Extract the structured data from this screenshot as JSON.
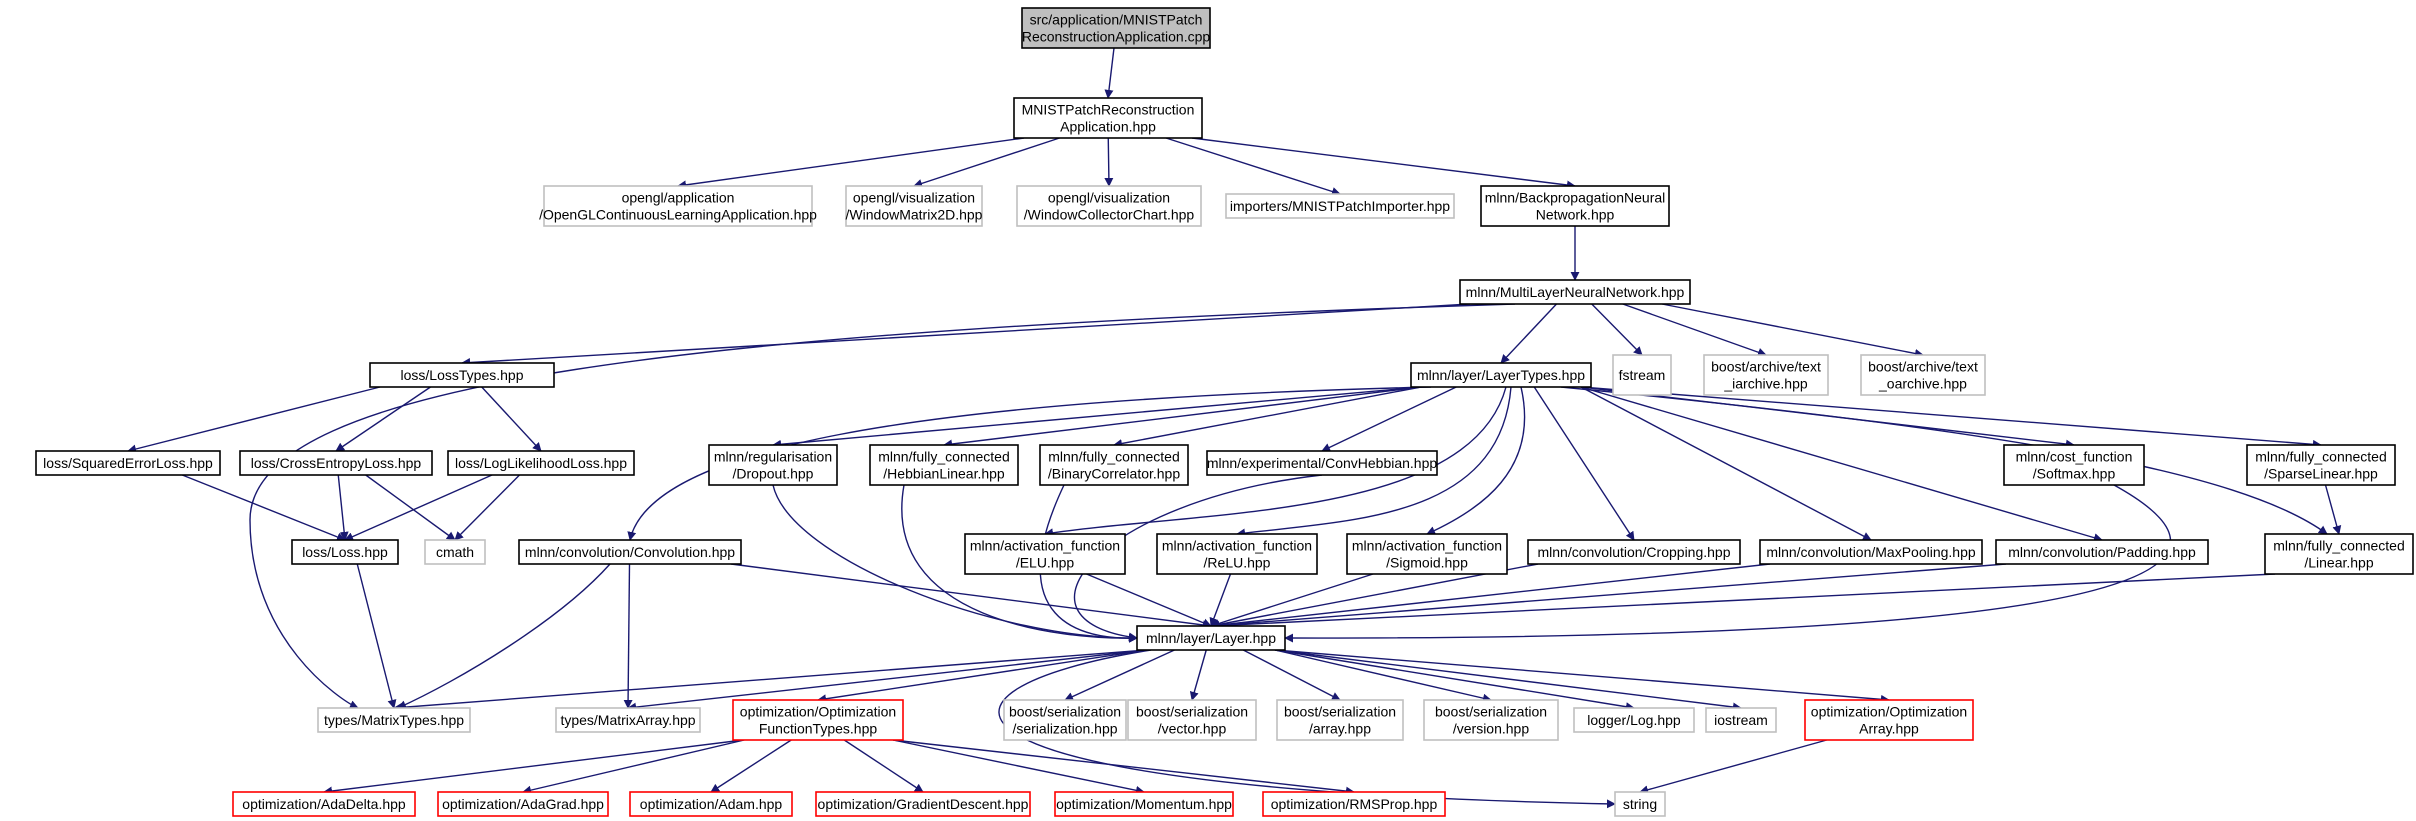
{
  "colors": {
    "edge": "#191970",
    "node_default": "#000000",
    "node_external": "#bfbfbf",
    "node_truncated": "#ff0000",
    "node_root_fill": "#bfbfbf",
    "text": "#000000"
  },
  "nodes": [
    {
      "id": "root",
      "lines": [
        "src/application/MNISTPatch",
        "ReconstructionApplication.cpp"
      ],
      "style": "root"
    },
    {
      "id": "mnist_app",
      "lines": [
        "MNISTPatchReconstruction",
        "Application.hpp"
      ],
      "style": "default"
    },
    {
      "id": "gl_app",
      "lines": [
        "opengl/application",
        "/OpenGLContinuousLearningApplication.hpp"
      ],
      "style": "external"
    },
    {
      "id": "wm2d",
      "lines": [
        "opengl/visualization",
        "/WindowMatrix2D.hpp"
      ],
      "style": "external"
    },
    {
      "id": "wcc",
      "lines": [
        "opengl/visualization",
        "/WindowCollectorChart.hpp"
      ],
      "style": "external"
    },
    {
      "id": "importer",
      "lines": [
        "importers/MNISTPatchImporter.hpp"
      ],
      "style": "external"
    },
    {
      "id": "bpnn",
      "lines": [
        "mlnn/BackpropagationNeural",
        "Network.hpp"
      ],
      "style": "default"
    },
    {
      "id": "mlnn",
      "lines": [
        "mlnn/MultiLayerNeuralNetwork.hpp"
      ],
      "style": "default"
    },
    {
      "id": "losstypes",
      "lines": [
        "loss/LossTypes.hpp"
      ],
      "style": "default"
    },
    {
      "id": "layertypes",
      "lines": [
        "mlnn/layer/LayerTypes.hpp"
      ],
      "style": "default"
    },
    {
      "id": "fstream",
      "lines": [
        "fstream"
      ],
      "style": "external"
    },
    {
      "id": "tiarchive",
      "lines": [
        "boost/archive/text",
        "_iarchive.hpp"
      ],
      "style": "external"
    },
    {
      "id": "toarchive",
      "lines": [
        "boost/archive/text",
        "_oarchive.hpp"
      ],
      "style": "external"
    },
    {
      "id": "sqerr",
      "lines": [
        "loss/SquaredErrorLoss.hpp"
      ],
      "style": "default"
    },
    {
      "id": "crossent",
      "lines": [
        "loss/CrossEntropyLoss.hpp"
      ],
      "style": "default"
    },
    {
      "id": "loglik",
      "lines": [
        "loss/LogLikelihoodLoss.hpp"
      ],
      "style": "default"
    },
    {
      "id": "dropout",
      "lines": [
        "mlnn/regularisation",
        "/Dropout.hpp"
      ],
      "style": "default"
    },
    {
      "id": "hebbian",
      "lines": [
        "mlnn/fully_connected",
        "/HebbianLinear.hpp"
      ],
      "style": "default"
    },
    {
      "id": "bincorr",
      "lines": [
        "mlnn/fully_connected",
        "/BinaryCorrelator.hpp"
      ],
      "style": "default"
    },
    {
      "id": "convheb",
      "lines": [
        "mlnn/experimental/ConvHebbian.hpp"
      ],
      "style": "default"
    },
    {
      "id": "softmax",
      "lines": [
        "mlnn/cost_function",
        "/Softmax.hpp"
      ],
      "style": "default"
    },
    {
      "id": "sparselin",
      "lines": [
        "mlnn/fully_connected",
        "/SparseLinear.hpp"
      ],
      "style": "default"
    },
    {
      "id": "loss",
      "lines": [
        "loss/Loss.hpp"
      ],
      "style": "default"
    },
    {
      "id": "cmath",
      "lines": [
        "cmath"
      ],
      "style": "external"
    },
    {
      "id": "conv",
      "lines": [
        "mlnn/convolution/Convolution.hpp"
      ],
      "style": "default"
    },
    {
      "id": "elu",
      "lines": [
        "mlnn/activation_function",
        "/ELU.hpp"
      ],
      "style": "default"
    },
    {
      "id": "relu",
      "lines": [
        "mlnn/activation_function",
        "/ReLU.hpp"
      ],
      "style": "default"
    },
    {
      "id": "sigmoid",
      "lines": [
        "mlnn/activation_function",
        "/Sigmoid.hpp"
      ],
      "style": "default"
    },
    {
      "id": "cropping",
      "lines": [
        "mlnn/convolution/Cropping.hpp"
      ],
      "style": "default"
    },
    {
      "id": "maxpool",
      "lines": [
        "mlnn/convolution/MaxPooling.hpp"
      ],
      "style": "default"
    },
    {
      "id": "padding",
      "lines": [
        "mlnn/convolution/Padding.hpp"
      ],
      "style": "default"
    },
    {
      "id": "linear",
      "lines": [
        "mlnn/fully_connected",
        "/Linear.hpp"
      ],
      "style": "default"
    },
    {
      "id": "layer",
      "lines": [
        "mlnn/layer/Layer.hpp"
      ],
      "style": "default"
    },
    {
      "id": "mtypes",
      "lines": [
        "types/MatrixTypes.hpp"
      ],
      "style": "external"
    },
    {
      "id": "marray",
      "lines": [
        "types/MatrixArray.hpp"
      ],
      "style": "external"
    },
    {
      "id": "optfn",
      "lines": [
        "optimization/Optimization",
        "FunctionTypes.hpp"
      ],
      "style": "truncated"
    },
    {
      "id": "bser",
      "lines": [
        "boost/serialization",
        "/serialization.hpp"
      ],
      "style": "external"
    },
    {
      "id": "bvec",
      "lines": [
        "boost/serialization",
        "/vector.hpp"
      ],
      "style": "external"
    },
    {
      "id": "barr",
      "lines": [
        "boost/serialization",
        "/array.hpp"
      ],
      "style": "external"
    },
    {
      "id": "bver",
      "lines": [
        "boost/serialization",
        "/version.hpp"
      ],
      "style": "external"
    },
    {
      "id": "log",
      "lines": [
        "logger/Log.hpp"
      ],
      "style": "external"
    },
    {
      "id": "iostream",
      "lines": [
        "iostream"
      ],
      "style": "external"
    },
    {
      "id": "optarr",
      "lines": [
        "optimization/Optimization",
        "Array.hpp"
      ],
      "style": "truncated"
    },
    {
      "id": "adadelta",
      "lines": [
        "optimization/AdaDelta.hpp"
      ],
      "style": "truncated"
    },
    {
      "id": "adagrad",
      "lines": [
        "optimization/AdaGrad.hpp"
      ],
      "style": "truncated"
    },
    {
      "id": "adam",
      "lines": [
        "optimization/Adam.hpp"
      ],
      "style": "truncated"
    },
    {
      "id": "graddesc",
      "lines": [
        "optimization/GradientDescent.hpp"
      ],
      "style": "truncated"
    },
    {
      "id": "momentum",
      "lines": [
        "optimization/Momentum.hpp"
      ],
      "style": "truncated"
    },
    {
      "id": "rmsprop",
      "lines": [
        "optimization/RMSProp.hpp"
      ],
      "style": "truncated"
    },
    {
      "id": "string",
      "lines": [
        "string"
      ],
      "style": "external"
    }
  ],
  "edges": [
    [
      "root",
      "mnist_app"
    ],
    [
      "mnist_app",
      "gl_app"
    ],
    [
      "mnist_app",
      "wm2d"
    ],
    [
      "mnist_app",
      "wcc"
    ],
    [
      "mnist_app",
      "importer"
    ],
    [
      "mnist_app",
      "bpnn"
    ],
    [
      "bpnn",
      "mlnn"
    ],
    [
      "mlnn",
      "losstypes"
    ],
    [
      "mlnn",
      "layertypes"
    ],
    [
      "mlnn",
      "fstream"
    ],
    [
      "mlnn",
      "tiarchive"
    ],
    [
      "mlnn",
      "toarchive"
    ],
    [
      "mlnn",
      "mtypes"
    ],
    [
      "losstypes",
      "sqerr"
    ],
    [
      "losstypes",
      "crossent"
    ],
    [
      "losstypes",
      "loglik"
    ],
    [
      "sqerr",
      "loss"
    ],
    [
      "crossent",
      "loss"
    ],
    [
      "crossent",
      "cmath"
    ],
    [
      "loglik",
      "loss"
    ],
    [
      "loglik",
      "cmath"
    ],
    [
      "loss",
      "mtypes"
    ],
    [
      "layertypes",
      "dropout"
    ],
    [
      "layertypes",
      "hebbian"
    ],
    [
      "layertypes",
      "bincorr"
    ],
    [
      "layertypes",
      "convheb"
    ],
    [
      "layertypes",
      "softmax"
    ],
    [
      "layertypes",
      "sparselin"
    ],
    [
      "layertypes",
      "conv"
    ],
    [
      "layertypes",
      "elu"
    ],
    [
      "layertypes",
      "relu"
    ],
    [
      "layertypes",
      "sigmoid"
    ],
    [
      "layertypes",
      "cropping"
    ],
    [
      "layertypes",
      "maxpool"
    ],
    [
      "layertypes",
      "padding"
    ],
    [
      "layertypes",
      "linear"
    ],
    [
      "sparselin",
      "linear"
    ],
    [
      "dropout",
      "layer"
    ],
    [
      "hebbian",
      "layer"
    ],
    [
      "bincorr",
      "layer"
    ],
    [
      "convheb",
      "layer"
    ],
    [
      "softmax",
      "layer"
    ],
    [
      "conv",
      "layer"
    ],
    [
      "conv",
      "mtypes"
    ],
    [
      "conv",
      "marray"
    ],
    [
      "elu",
      "layer"
    ],
    [
      "relu",
      "layer"
    ],
    [
      "sigmoid",
      "layer"
    ],
    [
      "cropping",
      "layer"
    ],
    [
      "maxpool",
      "layer"
    ],
    [
      "padding",
      "layer"
    ],
    [
      "linear",
      "layer"
    ],
    [
      "layer",
      "mtypes"
    ],
    [
      "layer",
      "marray"
    ],
    [
      "layer",
      "optfn"
    ],
    [
      "layer",
      "bser"
    ],
    [
      "layer",
      "bvec"
    ],
    [
      "layer",
      "barr"
    ],
    [
      "layer",
      "bver"
    ],
    [
      "layer",
      "log"
    ],
    [
      "layer",
      "iostream"
    ],
    [
      "layer",
      "optarr"
    ],
    [
      "layer",
      "string"
    ],
    [
      "optfn",
      "adadelta"
    ],
    [
      "optfn",
      "adagrad"
    ],
    [
      "optfn",
      "adam"
    ],
    [
      "optfn",
      "graddesc"
    ],
    [
      "optfn",
      "momentum"
    ],
    [
      "optfn",
      "rmsprop"
    ],
    [
      "optarr",
      "string"
    ]
  ]
}
